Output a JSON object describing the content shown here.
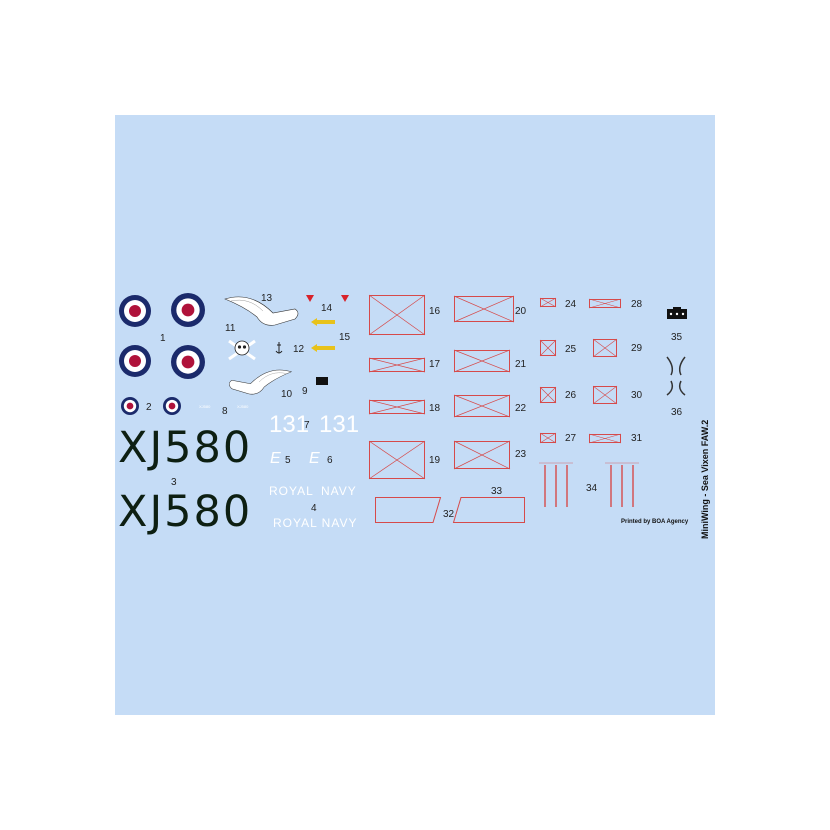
{
  "sheet": {
    "title": "MiniWing - Sea Vixen FAW.2",
    "printer": "Printed by BOA Agency",
    "colors": {
      "background": "#c5dcf6",
      "roundel_red": "#b0123a",
      "roundel_blue": "#1b2a6b",
      "stencil_red": "#d64a4a",
      "serial_black": "#0d1f12",
      "arrow_yellow": "#e8c21a"
    }
  },
  "serials": {
    "large": "XJ580",
    "small_a": "XJ580",
    "small_b": "XJ580"
  },
  "codes": {
    "modex": "131",
    "letter": "E"
  },
  "texts": {
    "royal_navy": "ROYAL NAVY",
    "royal": "ROYAL",
    "navy": "NAVY"
  },
  "numbers": {
    "n1": "1",
    "n2": "2",
    "n3": "3",
    "n4": "4",
    "n5": "5",
    "n6": "6",
    "n7": "7",
    "n8": "8",
    "n9": "9",
    "n10": "10",
    "n11": "11",
    "n12": "12",
    "n13": "13",
    "n14": "14",
    "n15": "15",
    "n16": "16",
    "n17": "17",
    "n18": "18",
    "n19": "19",
    "n20": "20",
    "n21": "21",
    "n22": "22",
    "n23": "23",
    "n24": "24",
    "n25": "25",
    "n26": "26",
    "n27": "27",
    "n28": "28",
    "n29": "29",
    "n30": "30",
    "n31": "31",
    "n32": "32",
    "n33": "33",
    "n34": "34",
    "n35": "35",
    "n36": "36"
  },
  "icons": {
    "roundel": "roundel-icon",
    "wing_emblem": "winged-emblem-icon",
    "skull": "skull-crossbones-icon",
    "arrow": "yellow-arrow-icon",
    "triangle": "red-triangle-icon",
    "stencil": "stencil-box-icon"
  }
}
